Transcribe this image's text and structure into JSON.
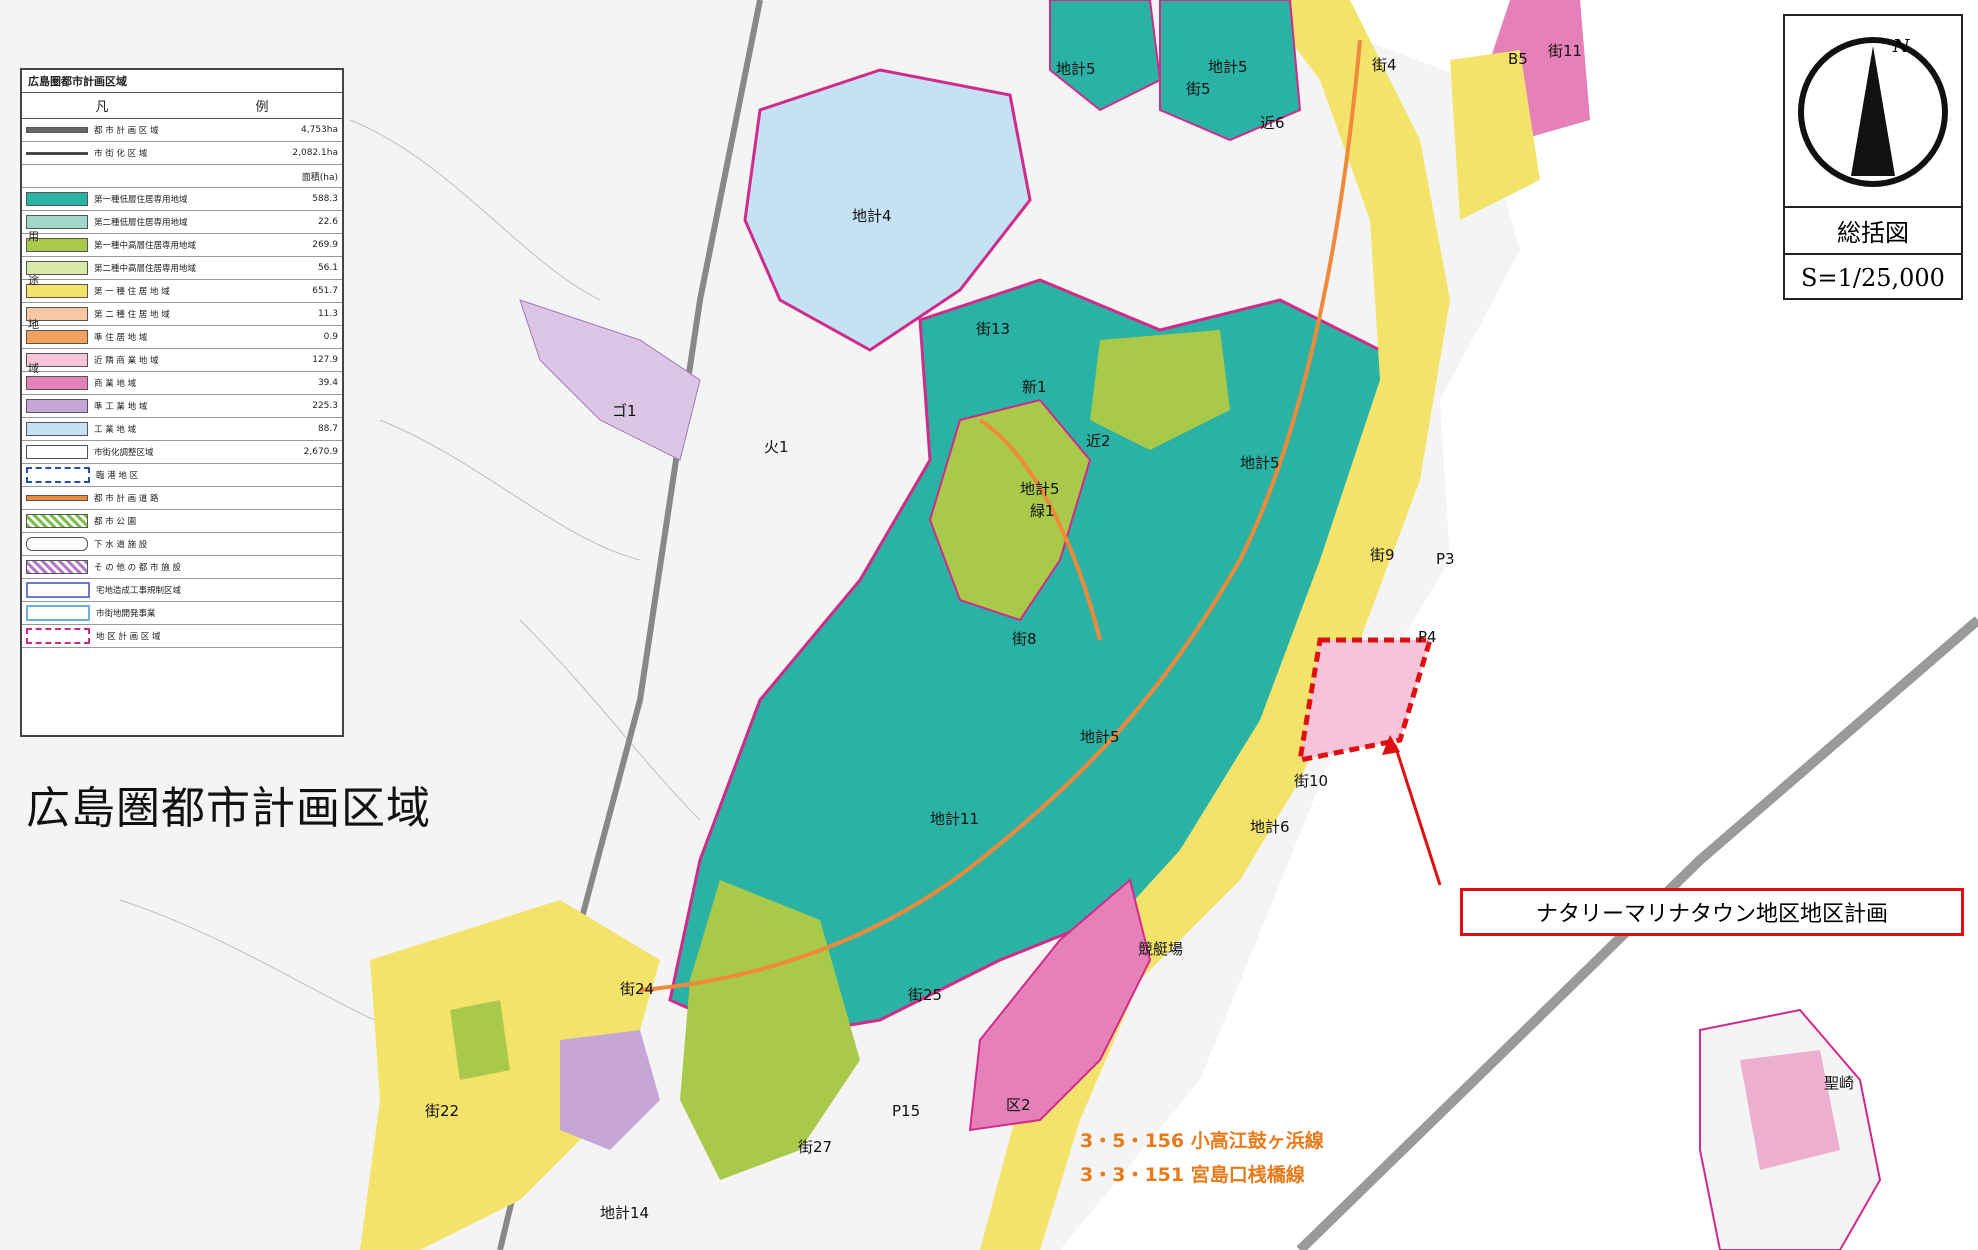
{
  "legend": {
    "title": "広島圏都市計画区域",
    "header": [
      "凡",
      "例"
    ],
    "boundary_rows": [
      {
        "name": "都 市 計 画 区 域",
        "area": "4,753ha"
      },
      {
        "name": "市 街 化 区 域",
        "area": "2,082.1ha"
      }
    ],
    "column_area": "面積(ha)",
    "zones": [
      {
        "name": "第一種低層住居専用地域",
        "area": "588.3",
        "color": "#2ab3a5"
      },
      {
        "name": "第二種低層住居専用地域",
        "area": "22.6",
        "color": "#9fd8c8"
      },
      {
        "name": "第一種中高層住居専用地域",
        "area": "269.9",
        "color": "#a8c94a"
      },
      {
        "name": "第二種中高層住居専用地域",
        "area": "56.1",
        "color": "#d9e9a6"
      },
      {
        "name": "第 一 種 住 居 地 域",
        "area": "651.7",
        "color": "#f4e36b"
      },
      {
        "name": "第 二 種 住 居 地 域",
        "area": "11.3",
        "color": "#f7c8a2"
      },
      {
        "name": "準 住 居 地 域",
        "area": "0.9",
        "color": "#f3a15e"
      },
      {
        "name": "近 隣 商 業 地 域",
        "area": "127.9",
        "color": "#f6c4d9"
      },
      {
        "name": "商 業 地 域",
        "area": "39.4",
        "color": "#e680b8"
      },
      {
        "name": "準 工 業 地 域",
        "area": "225.3",
        "color": "#c6a6d6"
      },
      {
        "name": "工 業 地 域",
        "area": "88.7",
        "color": "#c4e2f3"
      },
      {
        "name": "市街化調整区域",
        "area": "2,670.9",
        "color": "#ffffff"
      }
    ],
    "category_label": [
      "用",
      "途",
      "地",
      "域"
    ],
    "others": [
      {
        "name": "臨 港 地 区"
      },
      {
        "name": "都 市 計 画 道 路"
      },
      {
        "name": "都 市 公 園"
      },
      {
        "name": "下 水 道 施 設"
      },
      {
        "name": "そ の 他 の 都 市 施 設"
      },
      {
        "name": "宅地造成工事規制区域"
      },
      {
        "name": "市街地開発事業"
      },
      {
        "name": "地 区 計 画 区 域"
      }
    ]
  },
  "map": {
    "region_title": "広島圏都市計画区域",
    "labels": [
      "地計4",
      "街13",
      "新1",
      "近2",
      "地計5",
      "緑1",
      "街8",
      "地計5",
      "街9",
      "P3",
      "P4",
      "街10",
      "地計6",
      "地計11",
      "街24",
      "街25",
      "区2",
      "P15",
      "街27",
      "街22",
      "地計14",
      "ゴ1",
      "火1",
      "街4",
      "街5",
      "近6",
      "B5",
      "街11",
      "地計5",
      "競艇場",
      "聖崎",
      "地計5",
      "地計5"
    ],
    "routes": [
      "3・5・156 小高江鼓ヶ浜線",
      "3・3・151 宮島口桟橋線"
    ]
  },
  "scale": {
    "north": "N",
    "name": "総括図",
    "ratio": "S=1/25,000"
  },
  "callout": {
    "text": "ナタリーマリナタウン地区地区計画"
  },
  "colors": {
    "teal": "#2ab3a5",
    "yellow": "#f4e36b",
    "green": "#a8c94a",
    "pink": "#e680b8",
    "lightblue": "#c4e2f3",
    "purple": "#c6a6d6",
    "red": "#e01010"
  }
}
